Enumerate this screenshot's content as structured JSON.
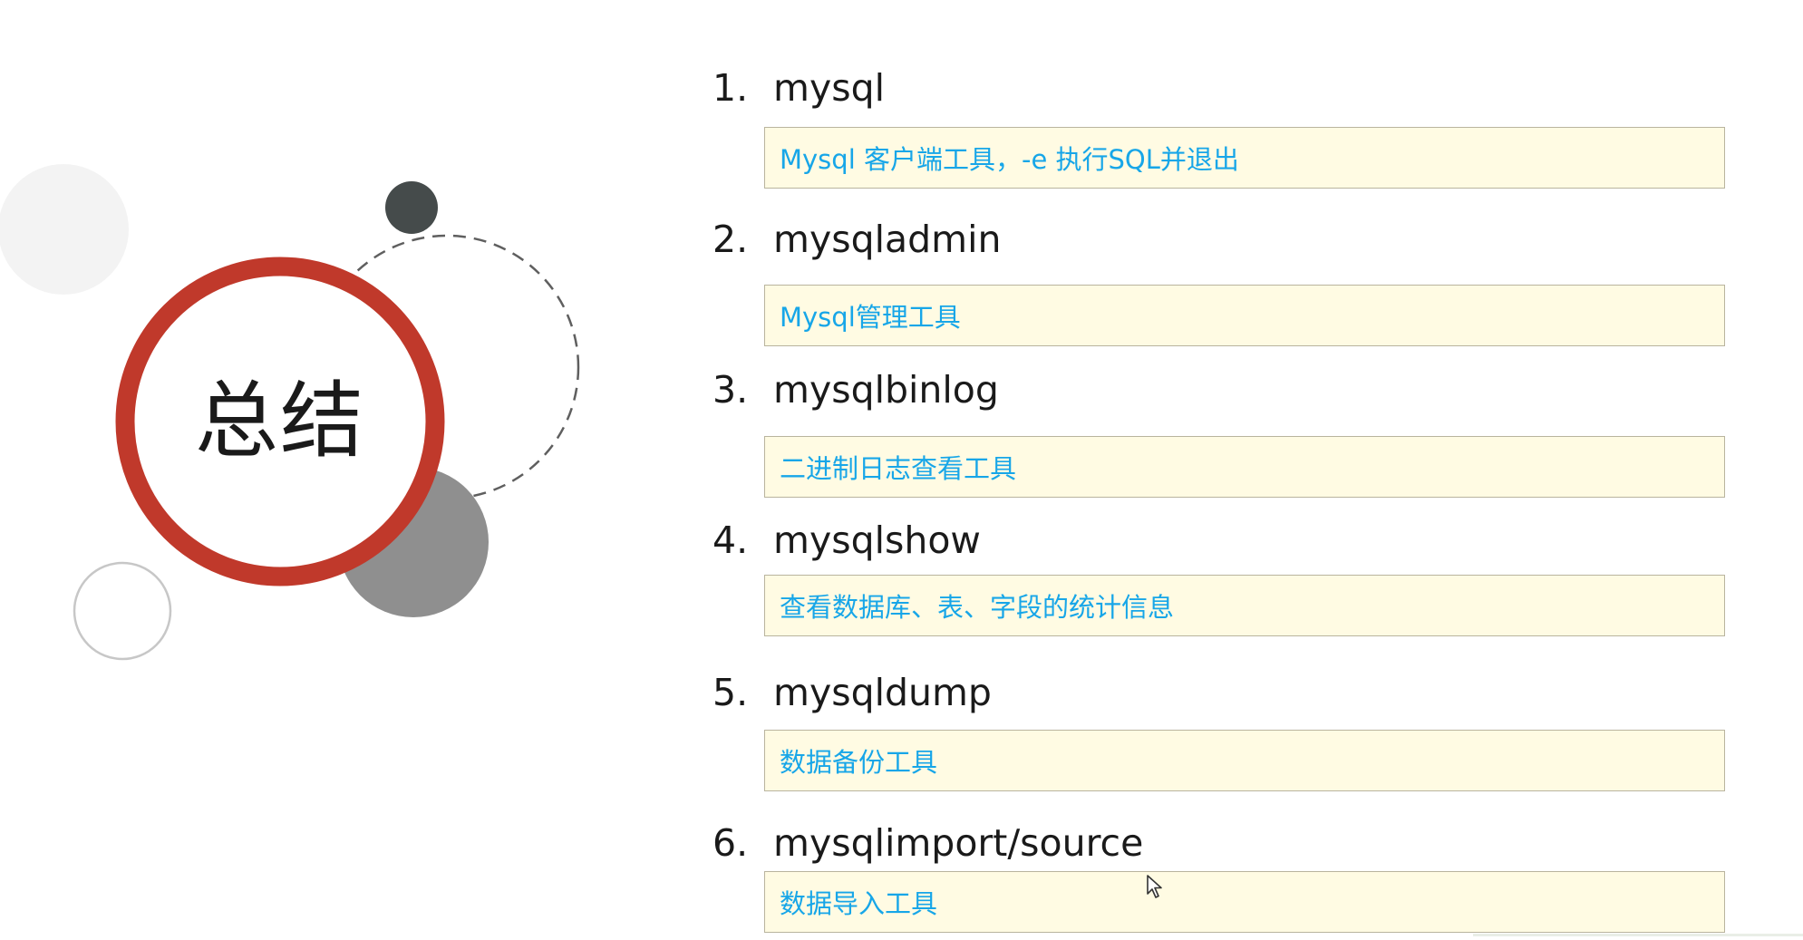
{
  "title": "总结",
  "items": [
    {
      "number": "1.",
      "name": "mysql",
      "description": "Mysql 客户端工具，-e 执行SQL并退出"
    },
    {
      "number": "2.",
      "name": "mysqladmin",
      "description": "Mysql管理工具"
    },
    {
      "number": "3.",
      "name": "mysqlbinlog",
      "description": "二进制日志查看工具"
    },
    {
      "number": "4.",
      "name": "mysqlshow",
      "description": "查看数据库、表、字段的统计信息"
    },
    {
      "number": "5.",
      "name": "mysqldump",
      "description": "数据备份工具"
    },
    {
      "number": "6.",
      "name": "mysqlimport/source",
      "description": "数据导入工具"
    }
  ],
  "colors": {
    "ring": "#c0392b",
    "description_text": "#17a6e8",
    "description_background": "#fffbe3"
  }
}
